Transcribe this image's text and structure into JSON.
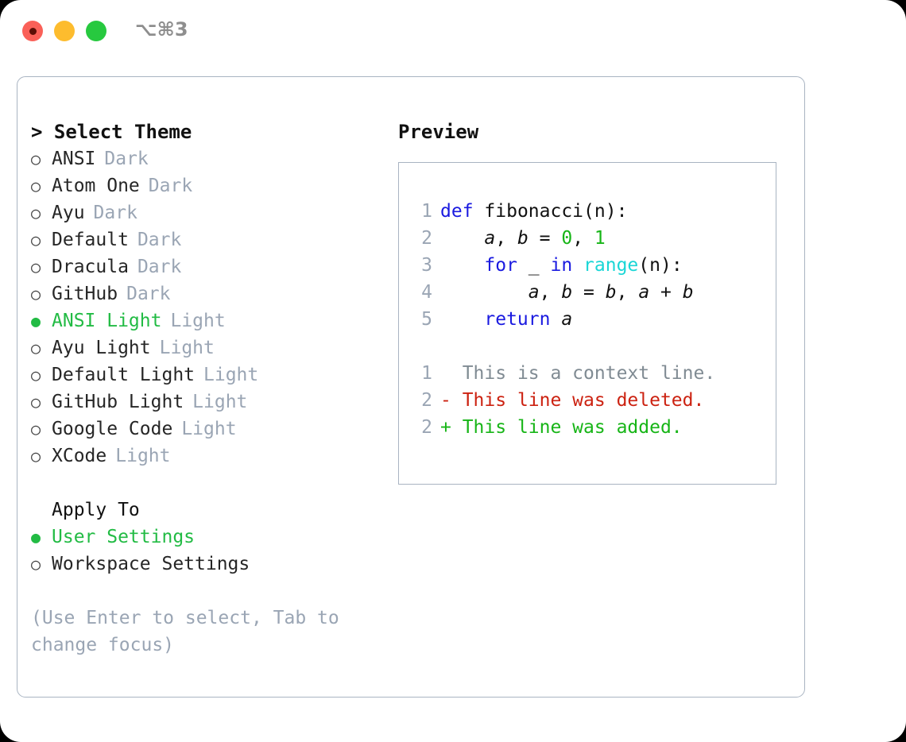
{
  "titlebar": {
    "shortcut": "⌥⌘3",
    "buttons": [
      {
        "name": "close",
        "color": "#fa6058"
      },
      {
        "name": "minimize",
        "color": "#fdbc2e"
      },
      {
        "name": "zoom",
        "color": "#27c93f"
      }
    ]
  },
  "left": {
    "header": "> Select Theme",
    "themes": [
      {
        "bullet": "○",
        "name": "ANSI",
        "kind": "Dark",
        "selected": false
      },
      {
        "bullet": "○",
        "name": "Atom One",
        "kind": "Dark",
        "selected": false
      },
      {
        "bullet": "○",
        "name": "Ayu",
        "kind": "Dark",
        "selected": false
      },
      {
        "bullet": "○",
        "name": "Default",
        "kind": "Dark",
        "selected": false
      },
      {
        "bullet": "○",
        "name": "Dracula",
        "kind": "Dark",
        "selected": false
      },
      {
        "bullet": "○",
        "name": "GitHub",
        "kind": "Dark",
        "selected": false
      },
      {
        "bullet": "●",
        "name": "ANSI Light",
        "kind": "Light",
        "selected": true
      },
      {
        "bullet": "○",
        "name": "Ayu Light",
        "kind": "Light",
        "selected": false
      },
      {
        "bullet": "○",
        "name": "Default Light",
        "kind": "Light",
        "selected": false
      },
      {
        "bullet": "○",
        "name": "GitHub Light",
        "kind": "Light",
        "selected": false
      },
      {
        "bullet": "○",
        "name": "Google Code",
        "kind": "Light",
        "selected": false
      },
      {
        "bullet": "○",
        "name": "XCode",
        "kind": "Light",
        "selected": false
      }
    ],
    "apply_to": {
      "header": "Apply To",
      "options": [
        {
          "bullet": "●",
          "label": "User Settings",
          "selected": true
        },
        {
          "bullet": "○",
          "label": "Workspace Settings",
          "selected": false
        }
      ]
    },
    "hint": "(Use Enter to select, Tab to change focus)"
  },
  "right": {
    "header": "Preview",
    "code_lines": [
      {
        "no": "1",
        "tokens": [
          {
            "t": "def",
            "c": "kw"
          },
          {
            "t": " ",
            "c": "plain"
          },
          {
            "t": "fibonacci",
            "c": "fn"
          },
          {
            "t": "(n):",
            "c": "plain"
          }
        ]
      },
      {
        "no": "2",
        "tokens": [
          {
            "t": "    ",
            "c": "plain"
          },
          {
            "t": "a",
            "c": "var"
          },
          {
            "t": ", ",
            "c": "op"
          },
          {
            "t": "b",
            "c": "var"
          },
          {
            "t": " = ",
            "c": "op"
          },
          {
            "t": "0",
            "c": "num"
          },
          {
            "t": ", ",
            "c": "op"
          },
          {
            "t": "1",
            "c": "num"
          }
        ]
      },
      {
        "no": "3",
        "tokens": [
          {
            "t": "    ",
            "c": "plain"
          },
          {
            "t": "for",
            "c": "kw"
          },
          {
            "t": " _ ",
            "c": "plain"
          },
          {
            "t": "in",
            "c": "kw"
          },
          {
            "t": " ",
            "c": "plain"
          },
          {
            "t": "range",
            "c": "bi"
          },
          {
            "t": "(n):",
            "c": "plain"
          }
        ]
      },
      {
        "no": "4",
        "tokens": [
          {
            "t": "        ",
            "c": "plain"
          },
          {
            "t": "a",
            "c": "var"
          },
          {
            "t": ", ",
            "c": "op"
          },
          {
            "t": "b",
            "c": "var"
          },
          {
            "t": " = ",
            "c": "op"
          },
          {
            "t": "b",
            "c": "var"
          },
          {
            "t": ", ",
            "c": "op"
          },
          {
            "t": "a",
            "c": "var"
          },
          {
            "t": " + ",
            "c": "op"
          },
          {
            "t": "b",
            "c": "var"
          }
        ]
      },
      {
        "no": "5",
        "tokens": [
          {
            "t": "    ",
            "c": "plain"
          },
          {
            "t": "return",
            "c": "kw"
          },
          {
            "t": " ",
            "c": "plain"
          },
          {
            "t": "a",
            "c": "var"
          }
        ]
      }
    ],
    "diff_lines": [
      {
        "no": "1",
        "marker": " ",
        "text": " This is a context line.",
        "cls": "d-ctx"
      },
      {
        "no": "2",
        "marker": "-",
        "text": " This line was deleted.",
        "cls": "d-del"
      },
      {
        "no": "2",
        "marker": "+",
        "text": " This line was added.",
        "cls": "d-add"
      }
    ]
  },
  "colors": {
    "accent_green": "#22bb44",
    "muted": "#9aa5b4",
    "border": "#a9b4c2",
    "keyword_blue": "#1a1ae0",
    "builtin_cyan": "#1ad6d6",
    "number_green": "#17b517",
    "diff_red": "#cc2211",
    "diff_green": "#17b517"
  }
}
